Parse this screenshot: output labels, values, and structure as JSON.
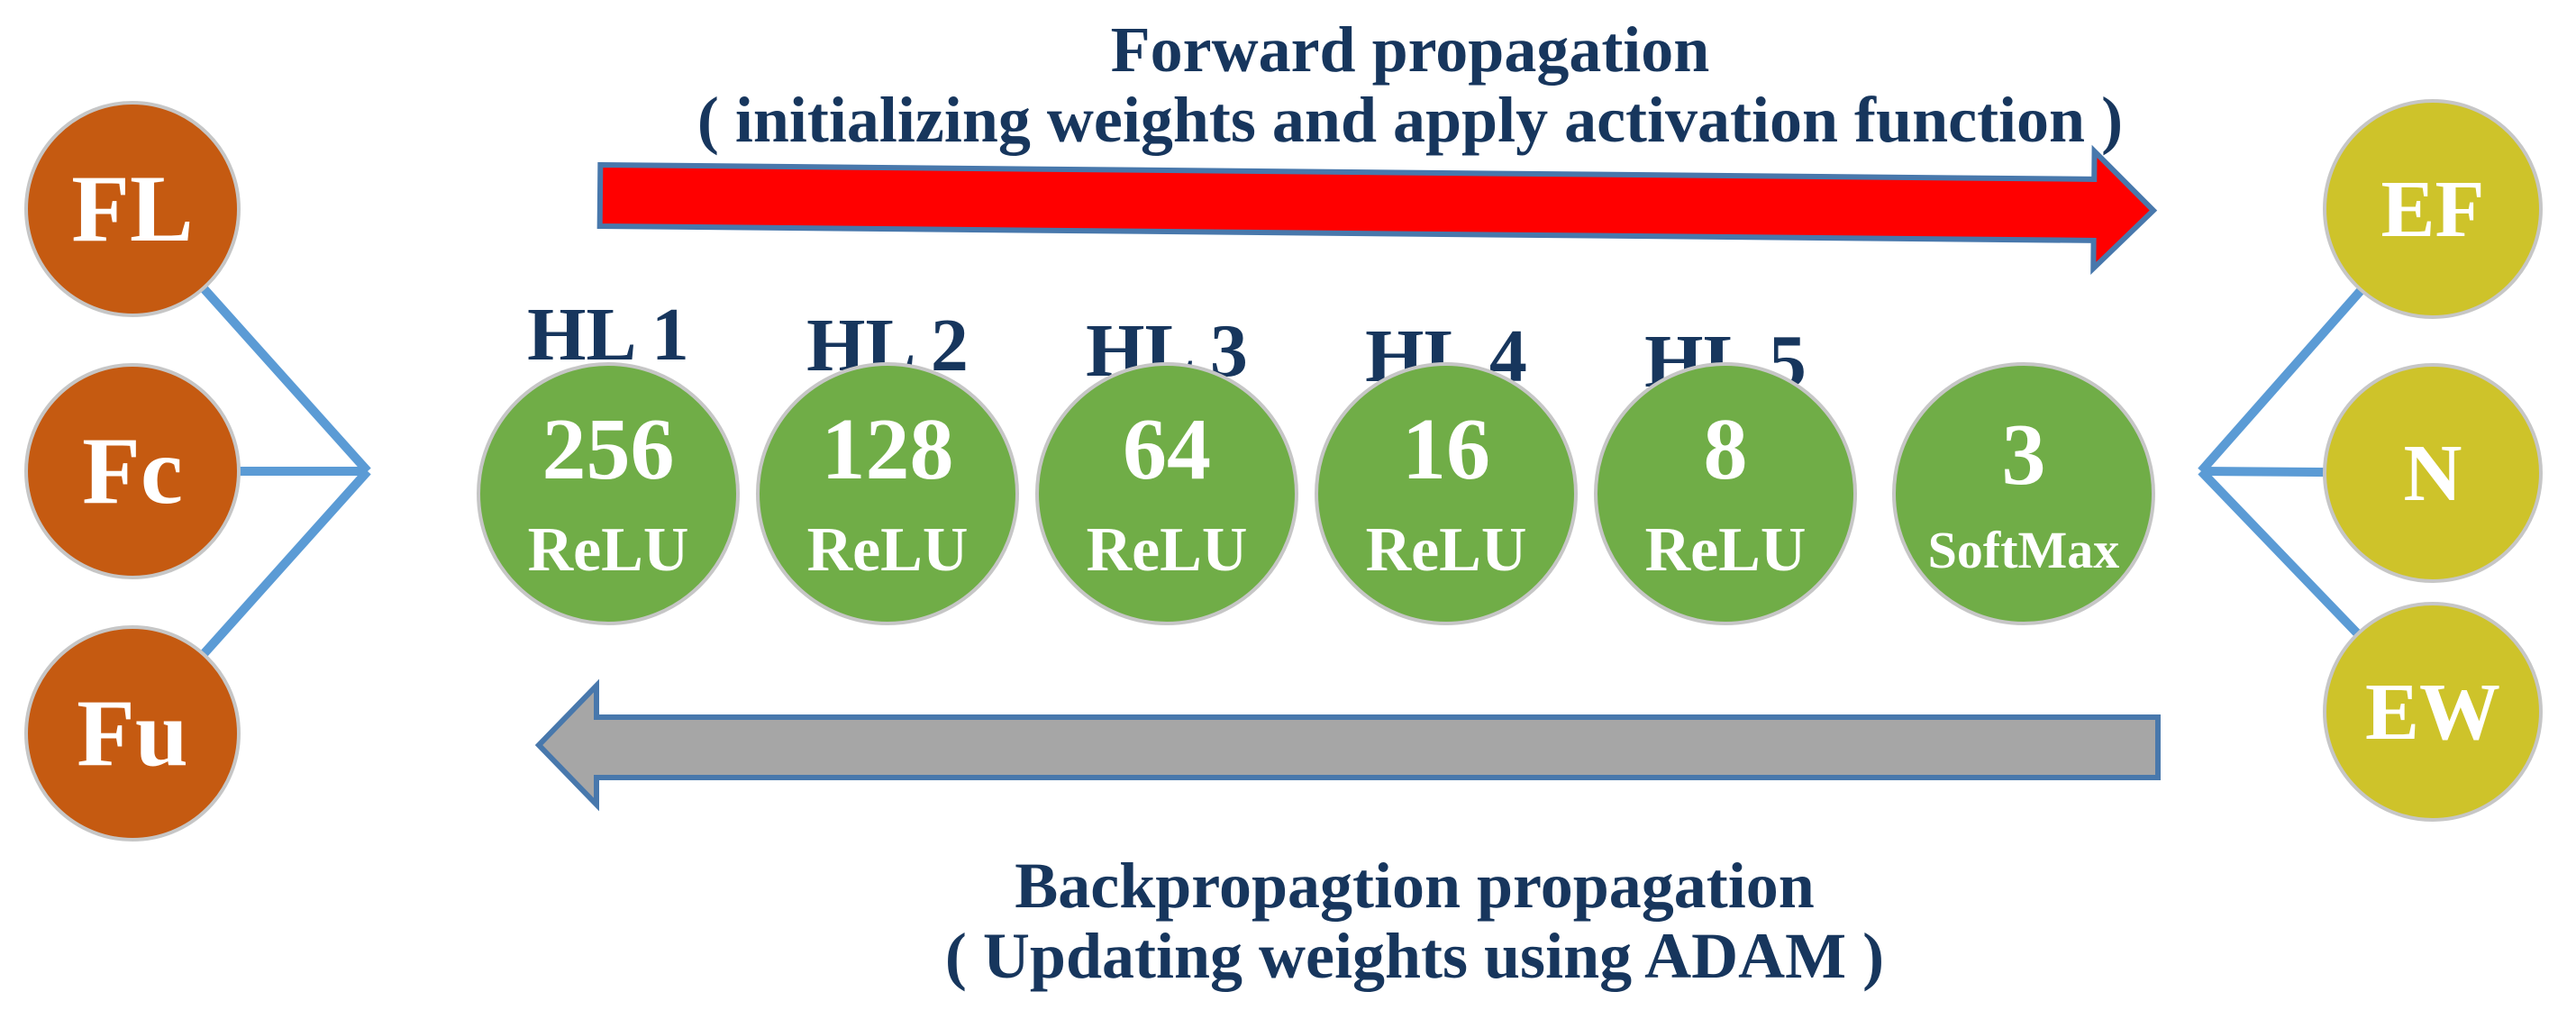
{
  "forward": {
    "title": "Forward propagation",
    "subtitle": "( initializing weights and apply activation function )"
  },
  "backward": {
    "title": "Backpropagtion propagation",
    "subtitle": "( Updating weights using ADAM )"
  },
  "inputs": [
    {
      "label": "FL"
    },
    {
      "label": "Fc"
    },
    {
      "label": "Fu"
    }
  ],
  "hidden_layers": [
    {
      "name": "HL 1",
      "units": "256",
      "activation": "ReLU"
    },
    {
      "name": "HL 2",
      "units": "128",
      "activation": "ReLU"
    },
    {
      "name": "HL 3",
      "units": "64",
      "activation": "ReLU"
    },
    {
      "name": "HL 4",
      "units": "16",
      "activation": "ReLU"
    },
    {
      "name": "HL 5",
      "units": "8",
      "activation": "ReLU"
    },
    {
      "name": "",
      "units": "3",
      "activation": "SoftMax"
    }
  ],
  "outputs": [
    {
      "label": "EF"
    },
    {
      "label": "N"
    },
    {
      "label": "EW"
    }
  ],
  "icons": {
    "forward_arrow": "right-arrow",
    "backward_arrow": "left-arrow"
  },
  "colors": {
    "input_fill": "#C55A11",
    "hidden_fill": "#70AD47",
    "output_fill": "#CEC32A",
    "caption_text": "#17365D",
    "node_text": "#FFFFFF",
    "connector_blue": "#5B9BD5",
    "forward_arrow_fill": "#FF0000",
    "backward_arrow_fill": "#A6A6A6",
    "arrow_border": "#4878AC",
    "node_border": "#C6C6C6"
  }
}
